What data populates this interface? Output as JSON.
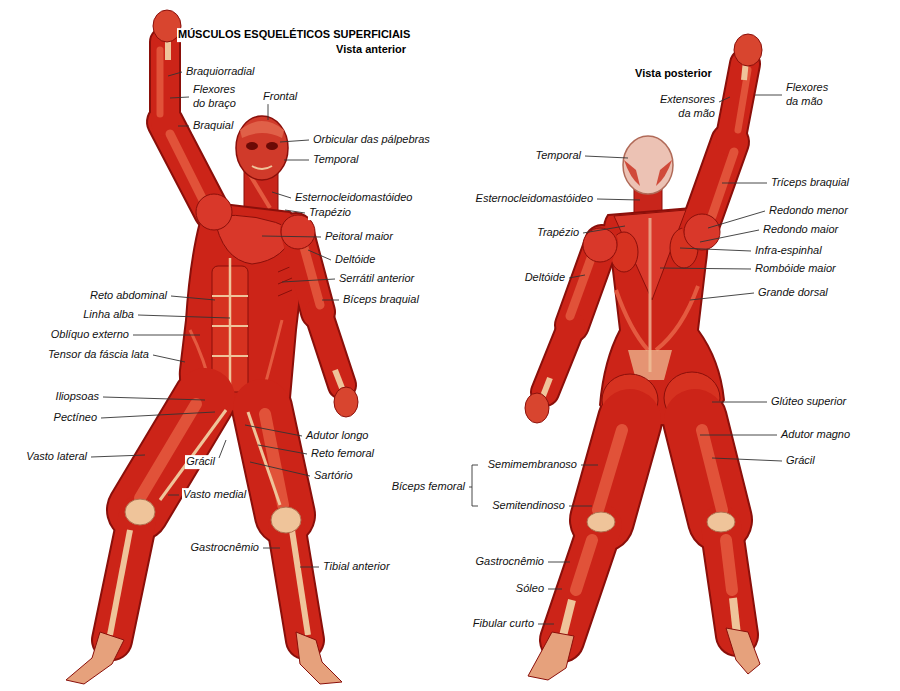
{
  "diagram": {
    "title": "MÚSCULOS ESQUELÉTICOS SUPERFICIAIS",
    "labels": [
      "Vista anterior",
      "Braquiorradial",
      "Flexores do braço",
      "Braquial",
      "Frontal",
      "Orbicular das pálpebras",
      "Temporal",
      "Esternocleidomastóideo",
      "Trapézio",
      "Peitoral maior",
      "Deltóide",
      "Serrátil anterior",
      "Bíceps braquial",
      "Reto abdominal",
      "Linha alba",
      "Oblíquo externo",
      "Tensor da fáscia lata",
      "Iliopsoas",
      "Pectíneo",
      "Vasto lateral",
      "Adutor longo",
      "Reto femoral",
      "Grácil",
      "Sartório",
      "Vasto medial",
      "Gastrocnêmio",
      "Tibial anterior",
      "Vista posterior",
      "Extensores da mão",
      "Flexores da mão",
      "Temporal",
      "Tríceps braquial",
      "Esternocleidomastóideo",
      "Redondo menor",
      "Redondo maior",
      "Trapézio",
      "Infra-espinhal",
      "Deltóide",
      "Rombóide maior",
      "Grande dorsal",
      "Glúteo superior",
      "Adutor magno",
      "Semimembranoso",
      "Grácil",
      "Bíceps femoral",
      "Semitendinoso",
      "Gastrocnêmio",
      "Sóleo",
      "Fibular curto"
    ]
  }
}
